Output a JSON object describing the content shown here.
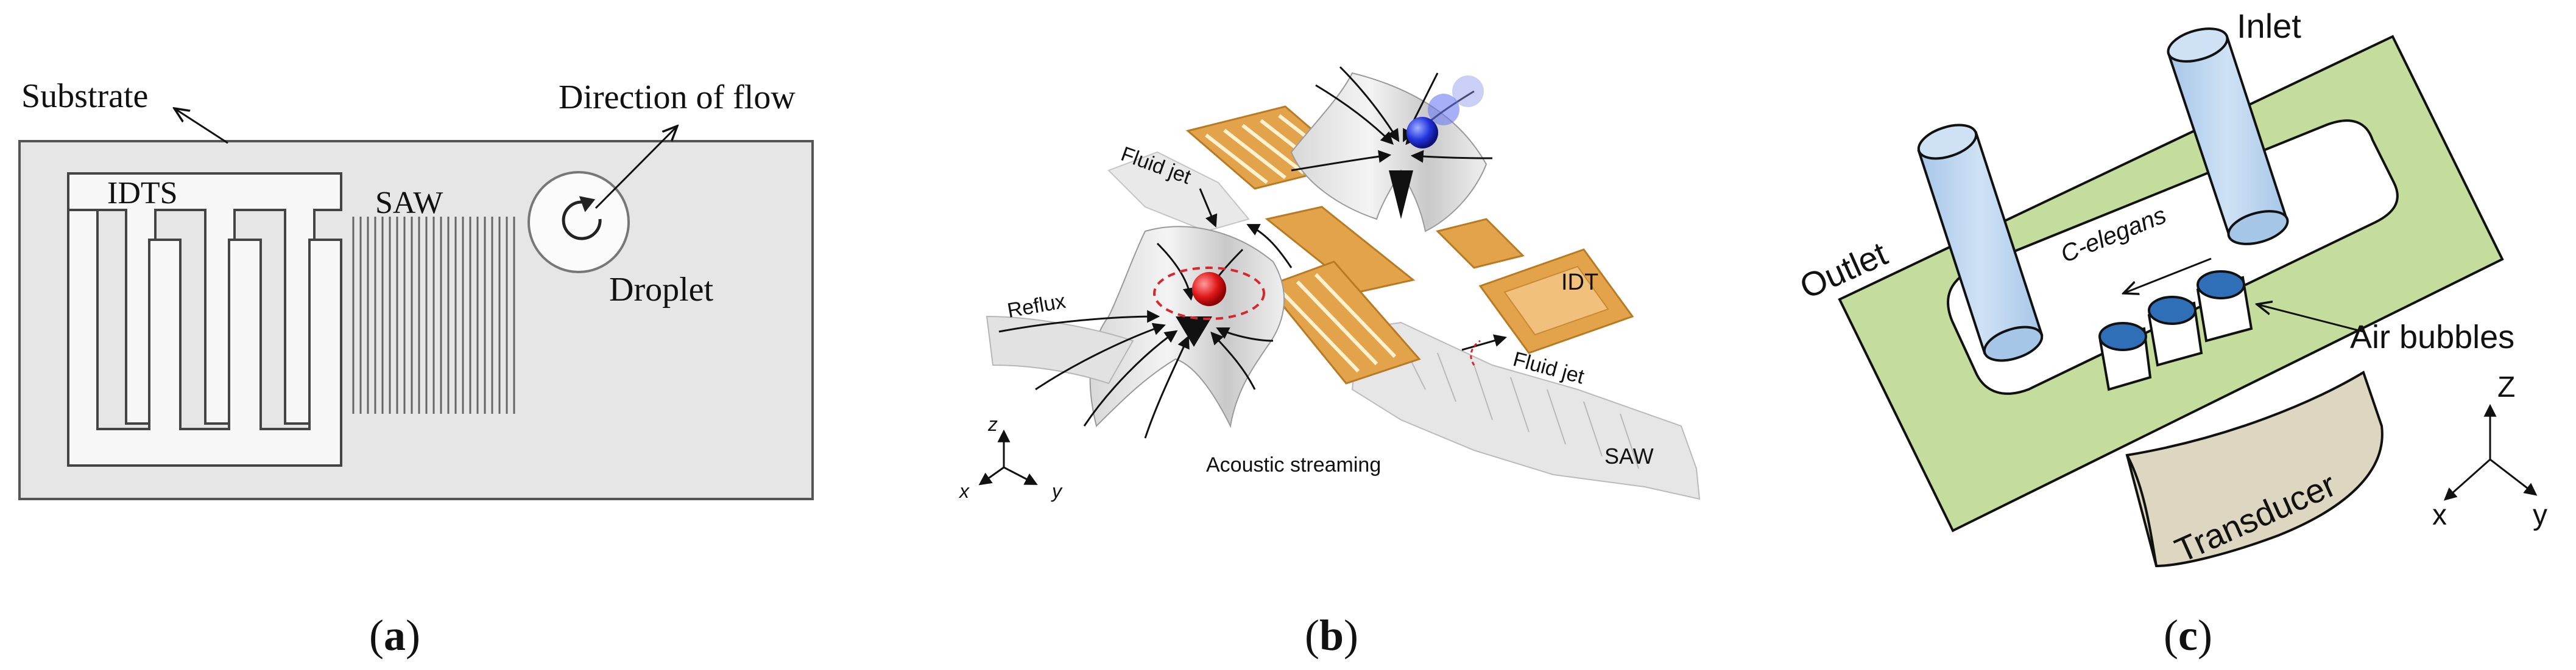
{
  "panel_a": {
    "caption": "(a)",
    "caption_prefix": "(",
    "caption_letter": "a",
    "caption_suffix": ")",
    "substrate": "Substrate",
    "idts": "IDTS",
    "saw": "SAW",
    "direction": "Direction of flow",
    "droplet": "Droplet"
  },
  "panel_b": {
    "caption_prefix": "(",
    "caption_letter": "b",
    "caption_suffix": ")",
    "fluid_jet_top": "Fluid jet",
    "reflux": "Reflux",
    "idt": "IDT",
    "fluid_jet_right": "Fluid jet",
    "saw": "SAW",
    "acoustic_streaming": "Acoustic streaming",
    "axis_z": "z",
    "axis_x": "x",
    "axis_y": "y"
  },
  "panel_c": {
    "caption_prefix": "(",
    "caption_letter": "c",
    "caption_suffix": ")",
    "inlet": "Inlet",
    "outlet": "Outlet",
    "c_elegans": "C-elegans",
    "air_bubbles": "Air bubbles",
    "transducer": "Transducer",
    "axis_z": "Z",
    "axis_x": "x",
    "axis_y": "y"
  },
  "colors": {
    "substrate_fill": "#e6e6e6",
    "idt_gold": "#e3a34a",
    "green_chip": "#c4dd9c",
    "tube_blue": "#b5d2ee",
    "bubble_blue": "#2f6fb8",
    "transducer": "#ddd6c0"
  }
}
